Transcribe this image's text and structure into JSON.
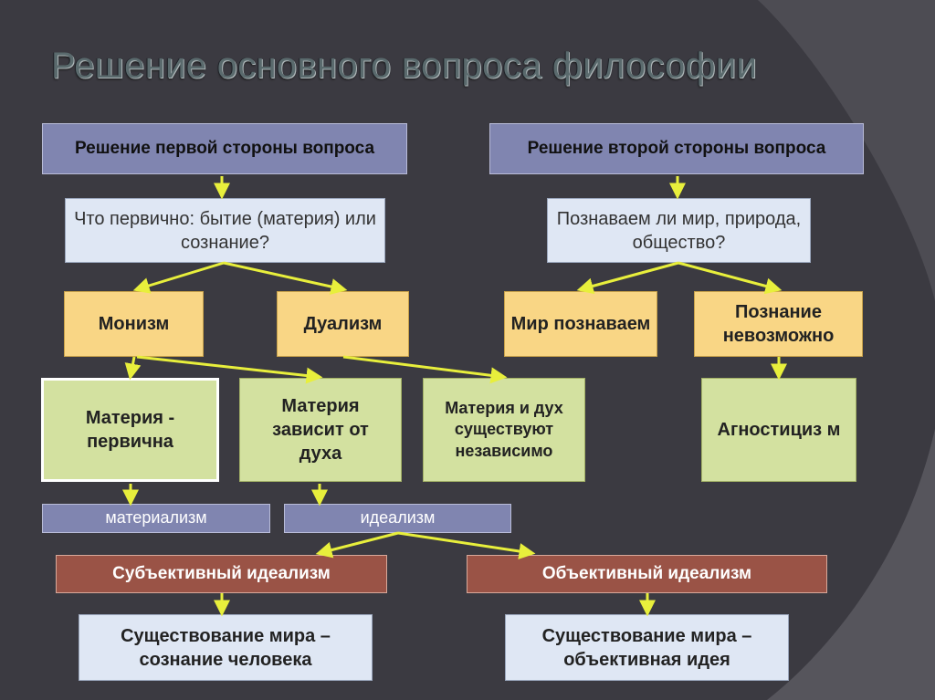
{
  "title": "Решение основного вопроса философии",
  "colors": {
    "background": "#3b3a41",
    "header_box": "#8085b0",
    "question_box": "#dfe7f4",
    "school_box": "#f9d685",
    "sub_box": "#d3e1a0",
    "red_box": "#9a5346",
    "arrow": "#e8ef3c"
  },
  "side1": {
    "header": "Решение первой стороны вопроса",
    "question": "Что первично: бытие (материя) или сознание?",
    "monism": "Монизм",
    "dualism": "Дуализм",
    "matter_primary": "Материя - первична",
    "matter_depends": "Материя зависит от духа",
    "matter_spirit_independent": "Материя и дух существуют независимо",
    "materialism": "материализм",
    "idealism": "идеализм",
    "subjective_idealism": "Субъективный идеализм",
    "objective_idealism": "Объективный идеализм",
    "subjective_result": "Существование мира – сознание человека",
    "objective_result": "Существование мира – объективная идея"
  },
  "side2": {
    "header": "Решение второй стороны вопроса",
    "question": "Познаваем ли мир, природа, общество?",
    "knowable": "Мир познаваем",
    "unknowable": "Познание невозможно",
    "agnosticism": "Агностициз м"
  }
}
